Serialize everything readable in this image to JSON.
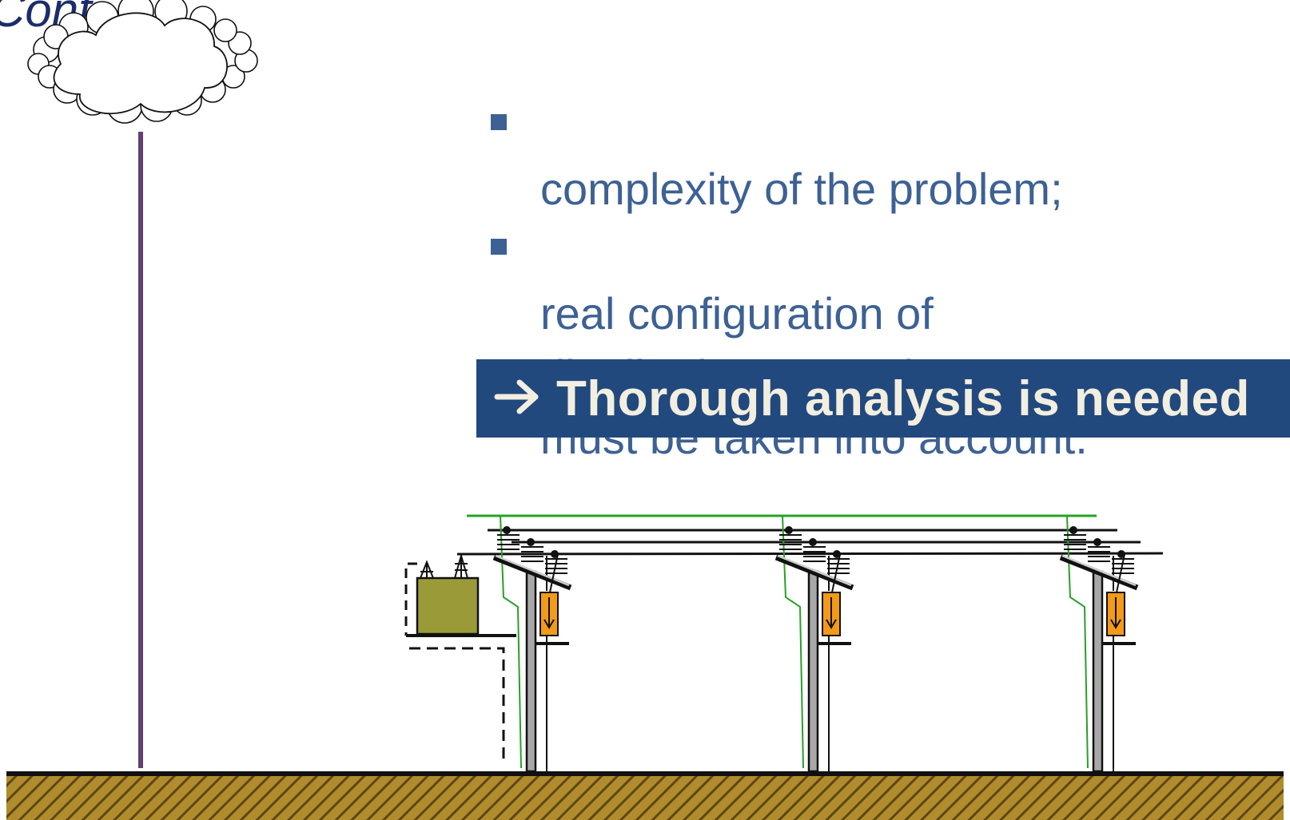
{
  "slide": {
    "title_fragment": "Cont"
  },
  "bullets": [
    {
      "text": "complexity of the problem;"
    },
    {
      "text": "real configuration of\ndistribution network systems\nmust be taken into account."
    }
  ],
  "conclusion": {
    "arrow_icon": "right-arrow-icon",
    "text": "Thorough analysis is needed"
  },
  "diagram": {
    "components": [
      "cloud",
      "lightning-channel",
      "ground",
      "transformer",
      "pole",
      "pole",
      "pole",
      "surge-arrester",
      "surge-arrester",
      "surge-arrester"
    ],
    "colors": {
      "text": "#3d6194",
      "banner": "#21497d",
      "banner_text": "#f2eee0",
      "title": "#1a2d6b",
      "ground_fill": "#b08c2c",
      "ground_stripe": "#5e4614",
      "transformer": "#9a9a38",
      "arrester": "#f39a18",
      "shield_wire": "#28a028",
      "lightning_channel": "#5a3a78"
    }
  }
}
